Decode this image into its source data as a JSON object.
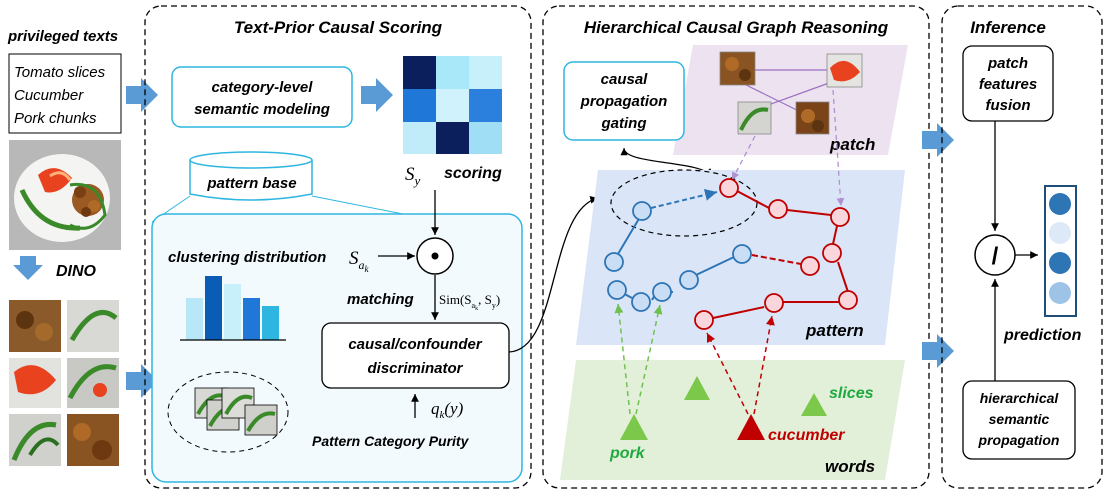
{
  "left": {
    "heading": "privileged texts",
    "texts": [
      "Tomato slices",
      "Cucumber",
      "Pork chunks"
    ],
    "dino_label": "DINO"
  },
  "scoring": {
    "title": "Text-Prior Causal Scoring",
    "semantic_modeling": [
      "category-level",
      "semantic modeling"
    ],
    "s_y_symbol": "S",
    "s_y_sub": "y",
    "scoring_label": "scoring",
    "pattern_base": "pattern base",
    "clustering_label": "clustering distribution",
    "s_ak_symbol": "S",
    "s_ak_sub": "a",
    "s_ak_subsub": "k",
    "odot": "⊙",
    "matching_label": "matching",
    "sim_label": "Sim(S",
    "sim_a": "a",
    "sim_k": "k",
    "sim_sep": ", S",
    "sim_y": "y",
    "sim_close": ")",
    "discriminator": [
      "causal/confounder",
      "discriminator"
    ],
    "q_symbol": "q",
    "q_sub": "k",
    "q_arg": "(y)",
    "purity_label": "Pattern Category Purity"
  },
  "graph": {
    "title": "Hierarchical Causal Graph Reasoning",
    "gating": [
      "causal",
      "propagation",
      "gating"
    ],
    "patch_label": "patch",
    "pattern_label": "pattern",
    "words_label": "words",
    "word_pork": "pork",
    "word_cucumber": "cucumber",
    "word_slices": "slices"
  },
  "inference": {
    "title": "Inference",
    "fusion": [
      "patch",
      "features",
      "fusion"
    ],
    "divide_symbol": "/",
    "prediction_label": "prediction",
    "semantic_prop": [
      "hierarchical",
      "semantic",
      "propagation"
    ]
  },
  "colors": {
    "arrow_blue": "#5B9BD5",
    "box_cyan": "#2EB6E0",
    "pattern_bg": "#DAE6F8",
    "patch_bg": "#EDE2F0",
    "words_bg": "#E2F0D9",
    "node_blue": "#2E75B6",
    "node_red": "#C00000",
    "word_green": "#1FAA3F",
    "word_red": "#C00000"
  }
}
